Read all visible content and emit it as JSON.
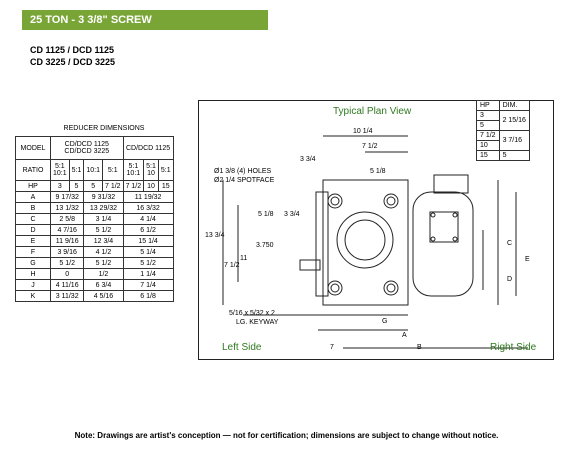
{
  "banner": {
    "title": "25 TON - 3 3/8\" SCREW"
  },
  "models": [
    "CD 1125 / DCD 1125",
    "CD 3225 / DCD 3225"
  ],
  "reducer_table": {
    "title": "REDUCER DIMENSIONS",
    "model_label": "MODEL",
    "group_a": "CD/DCD 1125\nCD/DCD 3225",
    "group_b": "CD/DCD 1125",
    "ratio_label": "RATIO",
    "ratios": [
      "5:1\n10:1",
      "5:1",
      "10:1",
      "5:1",
      "5:1\n10:1",
      "5:1\n10",
      "5:1"
    ],
    "ratio_top": [
      "5:1",
      "",
      "",
      "",
      "5:1",
      "5:1",
      ""
    ],
    "ratio_bottom": [
      "10:1",
      "5:1",
      "10:1",
      "5:1",
      "10:1",
      "10",
      "5:1"
    ],
    "rows": [
      {
        "label": "HP",
        "cells": [
          "3",
          "5",
          "5",
          "7 1/2",
          "7 1/2",
          "10",
          "15"
        ]
      },
      {
        "label": "A",
        "cells": [
          "9 17/32",
          "",
          "9 31/32",
          "",
          "11 19/32",
          "",
          ""
        ]
      },
      {
        "label": "B",
        "cells": [
          "13 1/32",
          "",
          "13 29/32",
          "",
          "16 3/32",
          "",
          ""
        ]
      },
      {
        "label": "C",
        "cells": [
          "2 5/8",
          "",
          "3 1/4",
          "",
          "4 1/4",
          "",
          ""
        ]
      },
      {
        "label": "D",
        "cells": [
          "4 7/16",
          "",
          "5 1/2",
          "",
          "6 1/2",
          "",
          ""
        ]
      },
      {
        "label": "E",
        "cells": [
          "11 9/16",
          "",
          "12 3/4",
          "",
          "15 1/4",
          "",
          ""
        ]
      },
      {
        "label": "F",
        "cells": [
          "3 9/16",
          "",
          "4 1/2",
          "",
          "5 1/4",
          "",
          ""
        ]
      },
      {
        "label": "G",
        "cells": [
          "5 1/2",
          "",
          "5 1/2",
          "",
          "5 1/2",
          "",
          ""
        ]
      },
      {
        "label": "H",
        "cells": [
          "0",
          "",
          "1/2",
          "",
          "1 1/4",
          "",
          ""
        ]
      },
      {
        "label": "J",
        "cells": [
          "4 11/16",
          "",
          "6 3/4",
          "",
          "7 1/4",
          "",
          ""
        ]
      },
      {
        "label": "K",
        "cells": [
          "3 11/32",
          "",
          "4 5/16",
          "",
          "6 1/8",
          "",
          ""
        ]
      }
    ]
  },
  "hp_table": {
    "header_hp": "HP",
    "header_dim": "DIM.",
    "rows": [
      {
        "hp": "3",
        "dim": "2 15/16"
      },
      {
        "hp": "5",
        "dim": ""
      },
      {
        "hp": "7 1/2",
        "dim": "3 7/16"
      },
      {
        "hp": "10",
        "dim": ""
      },
      {
        "hp": "15",
        "dim": "5"
      }
    ]
  },
  "drawing": {
    "title": "Typical Plan View",
    "left_side": "Left Side",
    "right_side": "Right Side",
    "holes_note_1": "Ø1 3/8 (4) HOLES",
    "holes_note_2": "Ø2 1/4 SPOTFACE",
    "keyway_1": "5/16 x 5/32 x 2",
    "keyway_2": "LG. KEYWAY",
    "dims": {
      "d10_14": "10 1/4",
      "d7_12_top": "7 1/2",
      "d3_34_top": "3 3/4",
      "d5_18_top": "5 1/8",
      "d5_18": "5 1/8",
      "d3_34": "3 3/4",
      "d13_34": "13 3/4",
      "d3750": "3.750",
      "d11": "11",
      "d7_12": "7 1/2",
      "dA": "A",
      "dG": "G",
      "d7": "7",
      "dB": "B",
      "dC": "C",
      "dD": "D",
      "dE": "E"
    }
  },
  "note": "Note: Drawings are artist's conception — not for certification; dimensions are subject to change without notice."
}
